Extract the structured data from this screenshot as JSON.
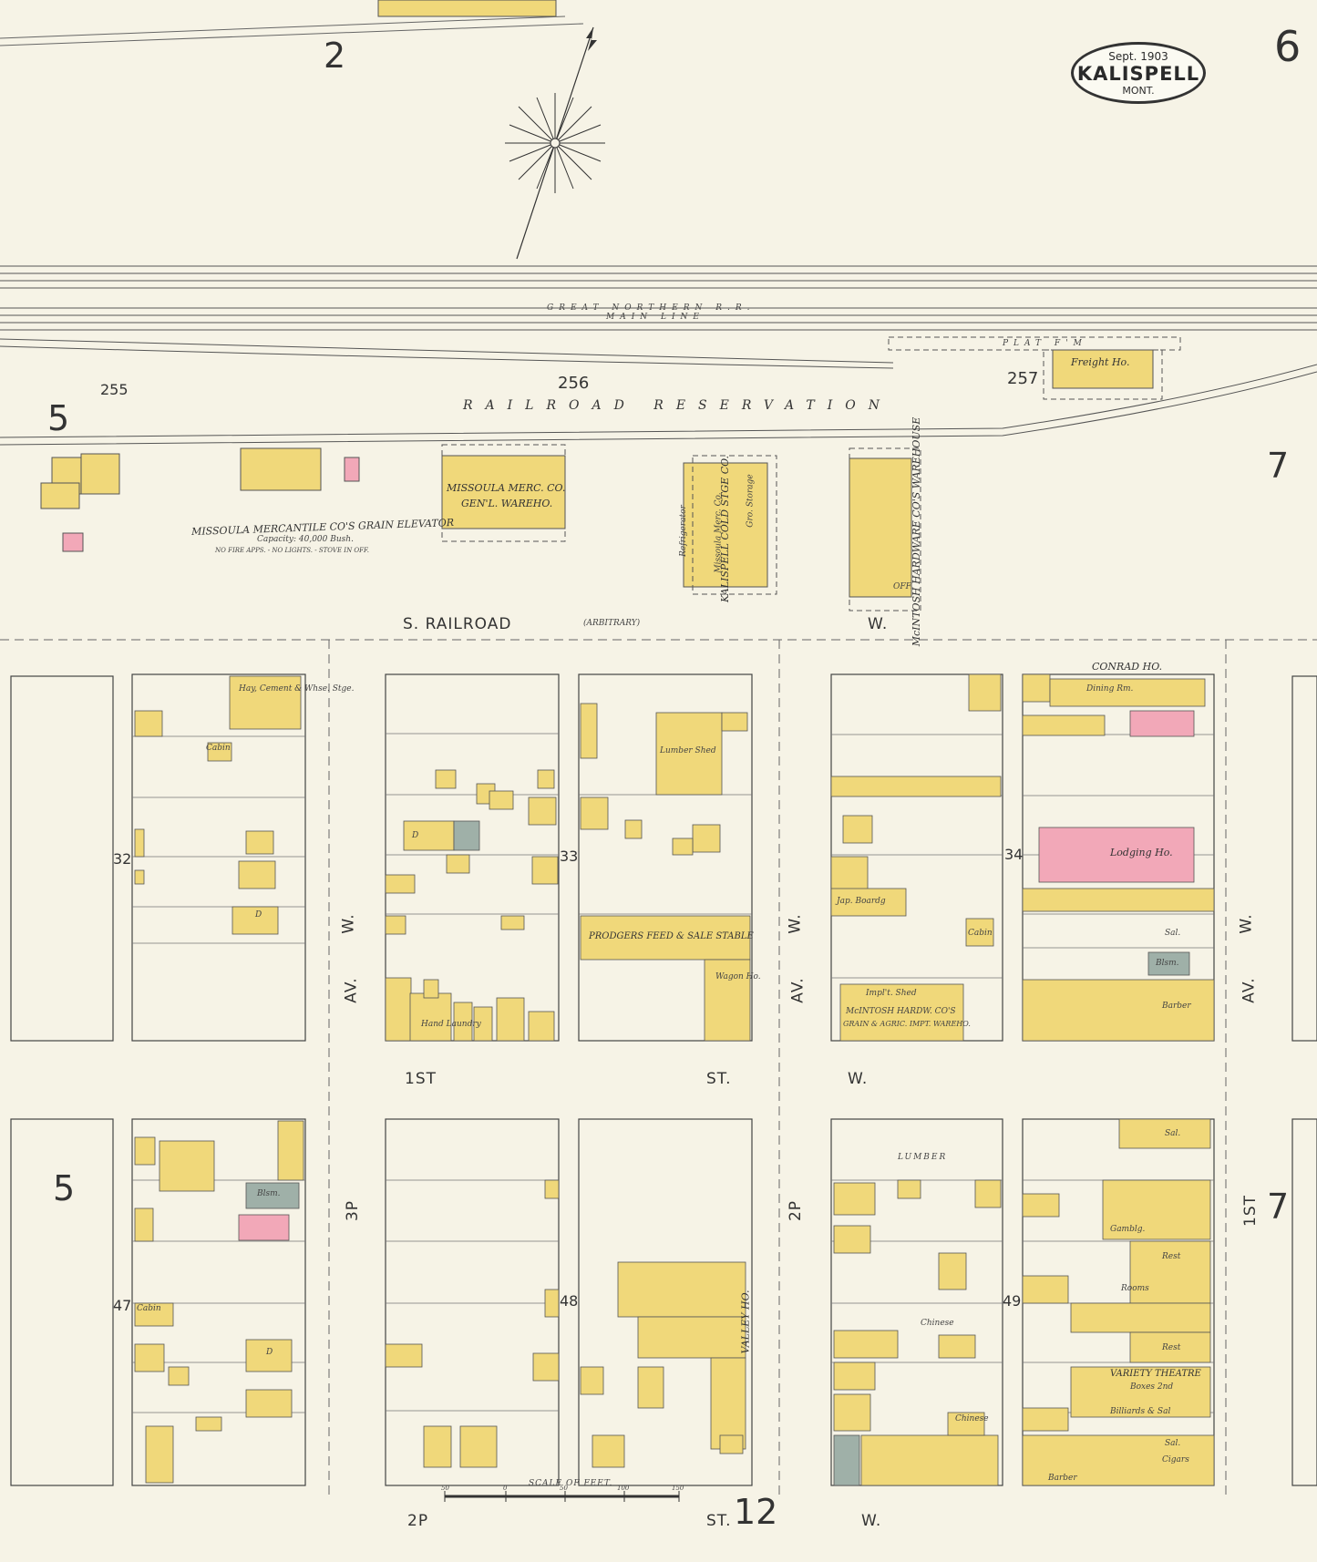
{
  "sheet": {
    "number": "6",
    "date": "Sept. 1903",
    "city": "KALISPELL",
    "state": "MONT."
  },
  "adjacent_sheets": [
    "2",
    "5",
    "5",
    "7",
    "7",
    "12"
  ],
  "railroad": {
    "name_line1": "GREAT NORTHERN R.R.",
    "name_line2": "MAIN LINE",
    "reservation": "RAILROAD RESERVATION",
    "freight_house": "Freight Ho.",
    "platform": "PLAT F'M"
  },
  "block_numbers": {
    "reserve": [
      "255",
      "256",
      "257"
    ],
    "blocks": [
      "32",
      "33",
      "34",
      "47",
      "48",
      "49"
    ]
  },
  "streets": {
    "s_railroad": "S. RAILROAD",
    "s_railroad_note": "(ARBITRARY)",
    "s_railroad_w": "W.",
    "first_st_left": "1ST",
    "first_st_right": "ST.",
    "first_st_w": "W.",
    "second_st_left": "2P",
    "second_st_right": "ST.",
    "second_st_w": "W.",
    "av_left_a": "AV.",
    "av_left_b": "W.",
    "third": "3P",
    "av_mid_a": "AV.",
    "av_mid_b": "W.",
    "second_av": "2P",
    "av_right_a": "AV.",
    "av_right_b": "W.",
    "first_av": "1ST"
  },
  "warehouses": {
    "grain_elevator": "MISSOULA MERCANTILE CO'S GRAIN ELEVATOR",
    "grain_capacity": "Capacity: 40,000 Bush.",
    "grain_note": "NO FIRE APPS. - NO LIGHTS. - STOVE IN OFF.",
    "missoula_whse_1": "MISSOULA MERC. CO.",
    "missoula_whse_2": "GEN'L. WAREHO.",
    "cold_storage": "KALISPELL COLD STGE CO.",
    "cold_storage_sub": "Missoula Merc. Co.",
    "refrigerator": "Refrigerator",
    "gro_storage": "Gro. Storage",
    "mcintosh_whse": "McINTOSH HARDWARE CO'S WAREHOUSE",
    "off": "OFF."
  },
  "buildings": {
    "hay_cement": "Hay, Cement & Whse. Stge.",
    "lumber_shed": "Lumber Shed",
    "feed_stable": "PRODGERS FEED & SALE STABLE",
    "wagon_ho": "Wagon Ho.",
    "hand_laundry": "Hand Laundry",
    "impl_shed": "Impl't. Shed",
    "mcintosh_impl_1": "McINTOSH HARDW. CO'S",
    "mcintosh_impl_2": "GRAIN & AGRIC. IMPT. WAREHO.",
    "jap_boardg": "Jap. Boardg",
    "conrad_ho": "CONRAD HO.",
    "dining_rm": "Dining Rm.",
    "lodging_ho": "Lodging Ho.",
    "bksm": "Blsm.",
    "sal": "Sal.",
    "barber": "Barber",
    "valley_ho": "VALLEY HO.",
    "variety_theatre": "VARIETY THEATRE",
    "boxes": "Boxes 2nd",
    "billiards": "Billiards & Sal",
    "rooms": "Rooms",
    "rest": "Rest",
    "gamblg": "Gamblg.",
    "cigars": "Cigars",
    "chinese": "Chinese",
    "lumber": "LUMBER",
    "cabin": "Cabin",
    "d": "D"
  },
  "scale": {
    "label": "SCALE OF FEET.",
    "ticks": [
      "50",
      "0",
      "50",
      "100",
      "150"
    ]
  },
  "colors": {
    "paper": "#f6f3e6",
    "frame": "#f0d87a",
    "brick": "#f2a8b8",
    "stone": "#9fb0a8",
    "line": "#333333"
  }
}
